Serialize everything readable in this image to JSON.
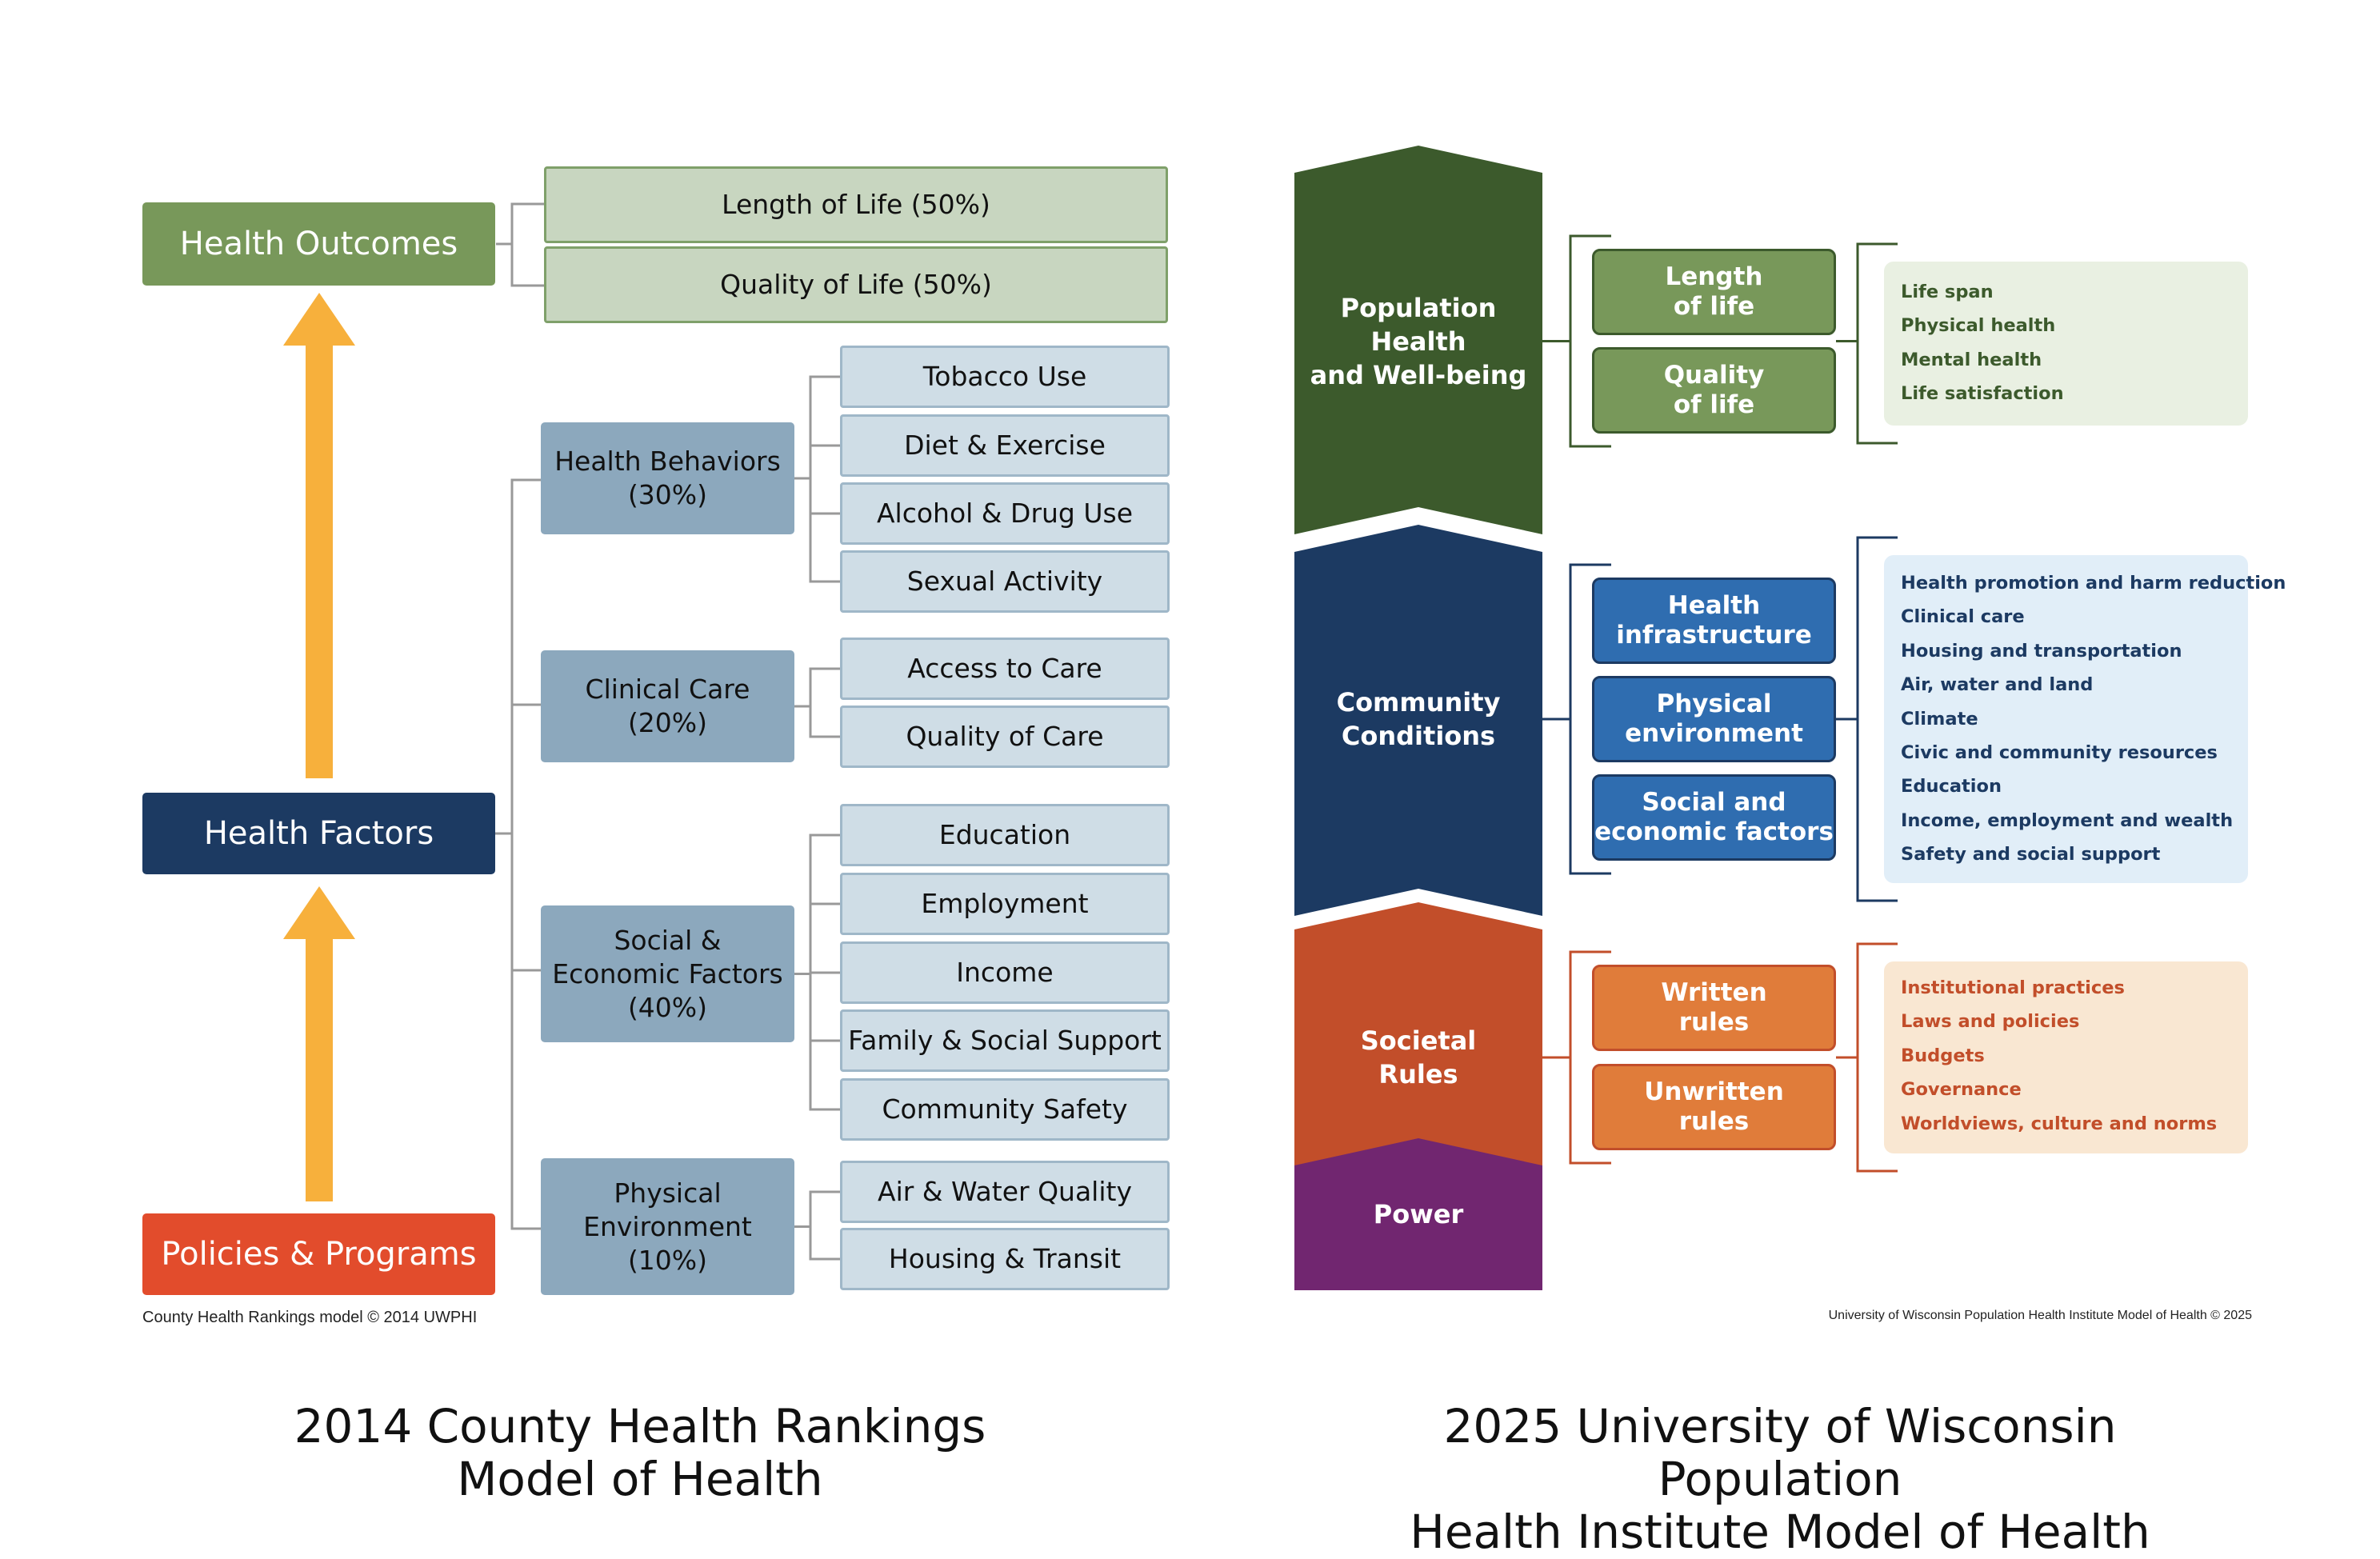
{
  "left_model": {
    "caption_line1": "2014 County Health Rankings",
    "caption_line2": "Model of Health",
    "credit": "County Health Rankings model © 2014 UWPHI",
    "outcomes": {
      "label": "Health Outcomes",
      "items": [
        "Length of Life (50%)",
        "Quality of Life (50%)"
      ]
    },
    "factors_label": "Health Factors",
    "policies_label": "Policies & Programs",
    "factor_groups": [
      {
        "name": "Health Behaviors",
        "weight": "(30%)",
        "items": [
          "Tobacco Use",
          "Diet & Exercise",
          "Alcohol & Drug Use",
          "Sexual Activity"
        ]
      },
      {
        "name": "Clinical Care",
        "weight": "(20%)",
        "items": [
          "Access to Care",
          "Quality of Care"
        ]
      },
      {
        "name": "Social &\nEconomic Factors",
        "weight": "(40%)",
        "items": [
          "Education",
          "Employment",
          "Income",
          "Family & Social Support",
          "Community Safety"
        ]
      },
      {
        "name": "Physical\nEnvironment",
        "weight": "(10%)",
        "items": [
          "Air & Water Quality",
          "Housing & Transit"
        ]
      }
    ]
  },
  "right_model": {
    "caption_line1": "2025 University of Wisconsin Population",
    "caption_line2": "Health Institute Model of Health",
    "credit": "University of Wisconsin Population Health Institute Model of Health © 2025",
    "layers": [
      {
        "name": "Population Health\nand Well-being",
        "boxes": [
          "Length\nof life",
          "Quality\nof life"
        ],
        "details": [
          "Life span",
          "Physical health",
          "Mental health",
          "Life satisfaction"
        ]
      },
      {
        "name": "Community\nConditions",
        "boxes": [
          "Health\ninfrastructure",
          "Physical\nenvironment",
          "Social and\neconomic factors"
        ],
        "details": [
          "Health promotion and harm reduction",
          "Clinical care",
          "Housing and transportation",
          "Air, water and land",
          "Climate",
          "Civic and community resources",
          "Education",
          "Income, employment and wealth",
          "Safety and social support"
        ]
      },
      {
        "name": "Societal\nRules",
        "boxes": [
          "Written\nrules",
          "Unwritten\nrules"
        ],
        "details": [
          "Institutional practices",
          "Laws and policies",
          "Budgets",
          "Governance",
          "Worldviews, culture and norms"
        ]
      },
      {
        "name": "Power",
        "boxes": [],
        "details": []
      }
    ]
  },
  "colors": {
    "outcome_green": "#78985A",
    "outcome_item_fill": "#C8D6C0",
    "outcome_item_border": "#7FA06A",
    "factors_navy": "#1C3A62",
    "policies_red": "#E24C2C",
    "arrow_orange": "#F7B03C",
    "group_fill": "#8CA8BD",
    "item_fill": "#CFDDE6",
    "item_border": "#9FB7C8",
    "pop_dark_green": "#3C5A2C",
    "pop_box": "#78985A",
    "pop_detail_fill": "#E9F0E2",
    "pop_text": "#3C5A2C",
    "comm_navy": "#1C3A62",
    "comm_box": "#2F6DB0",
    "comm_detail_fill": "#E1EEF8",
    "comm_text": "#1C3A62",
    "rules_orange": "#C24E2A",
    "rules_box": "#E07C3A",
    "rules_detail_fill": "#F9E7D2",
    "rules_text": "#C24E2A",
    "power_purple": "#712670"
  }
}
